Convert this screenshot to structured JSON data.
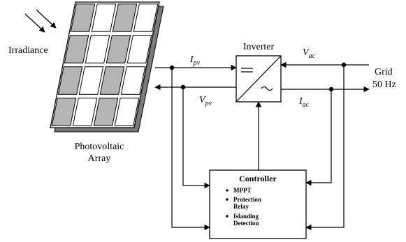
{
  "irradiance_label": "Irradiance",
  "pv_array": {
    "line1": "Photovoltaic",
    "line2": "Array"
  },
  "inverter": {
    "title": "Inverter"
  },
  "grid": {
    "line1": "Grid",
    "line2": "50 Hz"
  },
  "signals": {
    "ipv": {
      "main": "I",
      "sub": "pv"
    },
    "vpv": {
      "main": "V",
      "sub": "pv"
    },
    "vac": {
      "main": "V",
      "sub": "ac"
    },
    "iac": {
      "main": "I",
      "sub": "ac"
    }
  },
  "controller": {
    "title": "Controller",
    "items": [
      "MPPT",
      "Protection",
      "Relay",
      "Islanding",
      "Detection"
    ]
  }
}
